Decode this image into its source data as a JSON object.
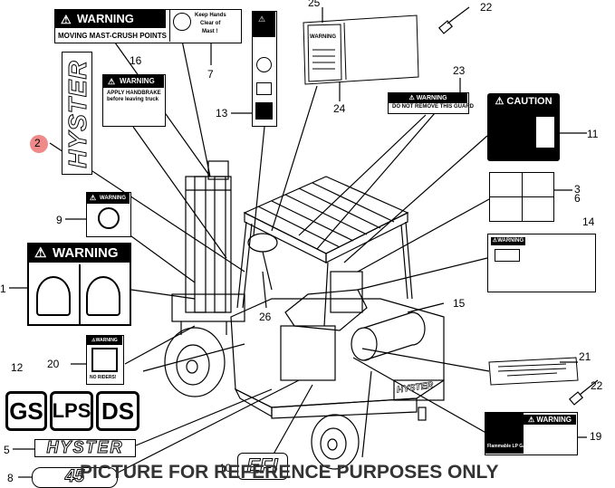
{
  "callouts": {
    "c1": "1",
    "c2": "2",
    "c3": "3",
    "c5": "5",
    "c6": "6",
    "c7": "7",
    "c8": "8",
    "c9": "9",
    "c10": "10",
    "c11": "11",
    "c12": "12",
    "c13": "13",
    "c14": "14",
    "c15": "15",
    "c16": "16",
    "c19": "19",
    "c20": "20",
    "c21": "21",
    "c22a": "22",
    "c22b": "22",
    "c23": "23",
    "c24": "24",
    "c25": "25",
    "c26": "26"
  },
  "decals": {
    "d7_title": "WARNING",
    "d7_sub": "MOVING MAST-CRUSH POINTS",
    "d7_side": [
      "Keep Hands",
      "Clear of",
      "Mast !"
    ],
    "d16_title": "WARNING",
    "d16_sub": [
      "APPLY HANDBRAKE",
      "before leaving truck"
    ],
    "d9_title": "WARNING",
    "d1_title": "WARNING",
    "d23_title": "WARNING",
    "d23_sub": "DO NOT REMOVE THIS GUARD",
    "d11_title": "CAUTION",
    "d14_title": "WARNING",
    "d25_title": "WARNING",
    "d20_title": "WARNING",
    "d20_sub": "NO RIDERS!",
    "d19_title": "WARNING",
    "d19_sub": "Flammable LP GAS",
    "brand": "HYSTER",
    "brand_vertical": "HYSTER",
    "truck_brand": "HYSTER",
    "efi": "EFI",
    "model": "45"
  },
  "badges": {
    "gs": "GS",
    "lps": "LPS",
    "ds": "DS"
  },
  "footer": "PICTURE FOR REFERENCE PURPOSES ONLY",
  "colors": {
    "highlight": "#f08a8a",
    "ink": "#000000"
  }
}
